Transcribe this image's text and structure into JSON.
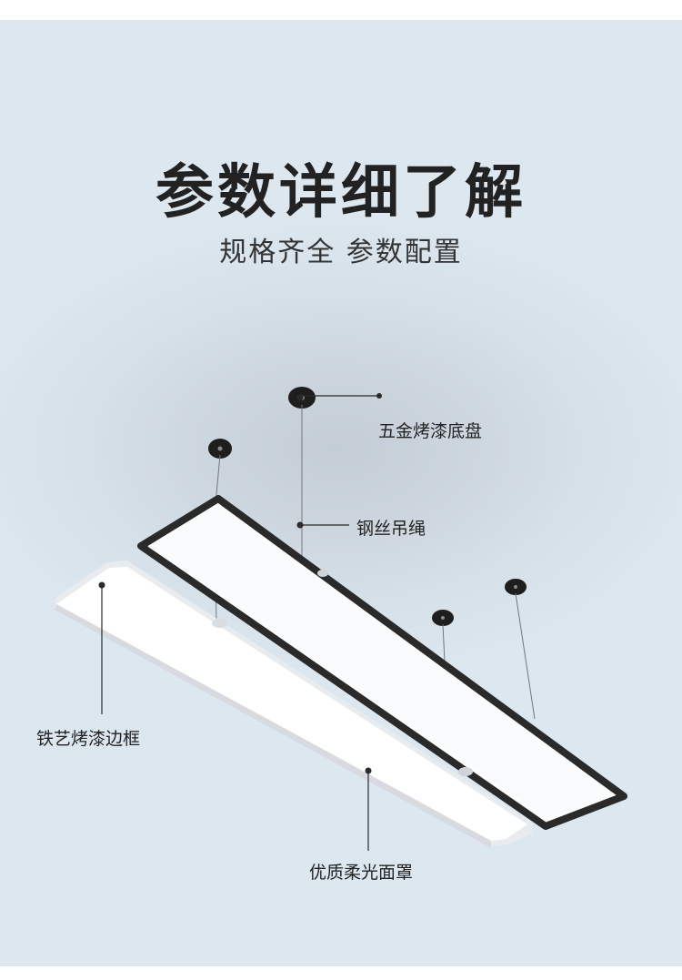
{
  "header": {
    "title": "参数详细了解",
    "subtitle": "规格齐全 参数配置"
  },
  "callouts": {
    "base": "五金烤漆底盘",
    "wire": "钢丝吊绳",
    "frame": "铁艺烤漆边框",
    "cover": "优质柔光面罩"
  }
}
